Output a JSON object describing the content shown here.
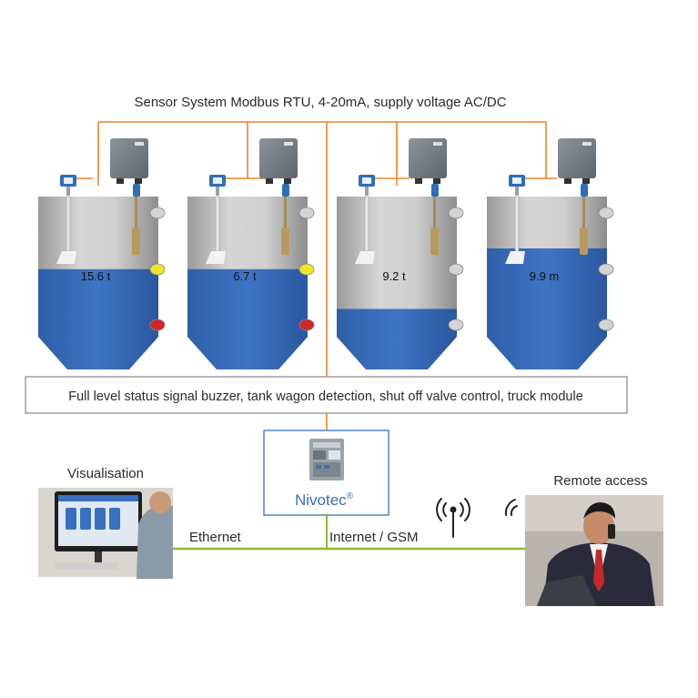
{
  "header": {
    "sensor_system": "Sensor System Modbus RTU, 4-20mA, supply voltage AC/DC"
  },
  "tanks": [
    {
      "reading": "15.6  t",
      "fill_fraction": 0.58,
      "indicators": [
        "grey",
        "yellow",
        "red"
      ]
    },
    {
      "reading": "6.7  t",
      "fill_fraction": 0.58,
      "indicators": [
        "grey",
        "yellow",
        "red"
      ]
    },
    {
      "reading": "9.2  t",
      "fill_fraction": 0.35,
      "indicators": [
        "grey",
        "grey",
        "grey"
      ]
    },
    {
      "reading": "9.9  m",
      "fill_fraction": 0.7,
      "indicators": [
        "grey",
        "grey",
        "grey"
      ]
    }
  ],
  "status_box": {
    "text": "Full level status signal buzzer, tank wagon detection, shut off valve control, truck module"
  },
  "controller": {
    "name": "Nivotec",
    "mark": "®"
  },
  "visualisation": {
    "label": "Visualisation"
  },
  "remote": {
    "label": "Remote access"
  },
  "links": {
    "ethernet": "Ethernet",
    "internet": "Internet / GSM"
  },
  "colors": {
    "wire": "#e8862a",
    "network": "#8dbb2b",
    "water": "#3a6fbf",
    "tank_grey": "#c4c4c4",
    "box_border": "#4a86c8",
    "indicator_grey": "#d4d4d4",
    "indicator_yellow": "#f2e529",
    "indicator_red": "#d12626"
  }
}
